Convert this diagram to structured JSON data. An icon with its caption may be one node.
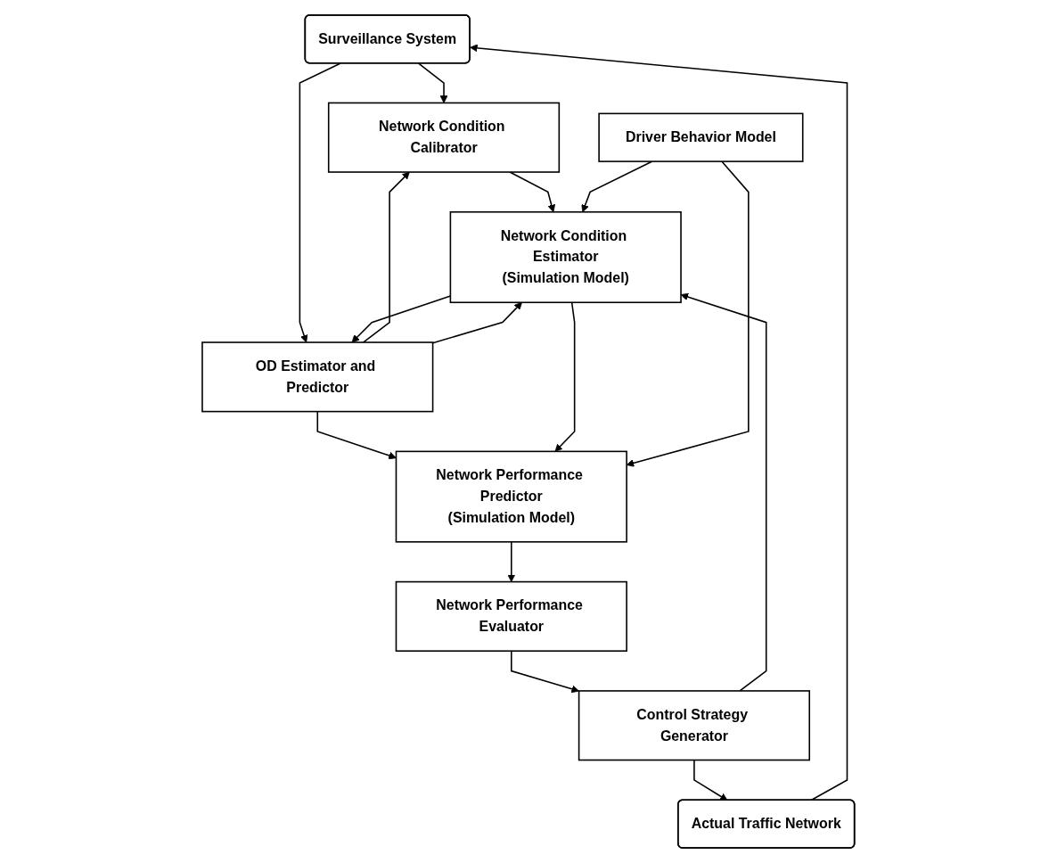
{
  "diagram": {
    "nodes": [
      {
        "text": [
          "Surveillance System"
        ]
      },
      {
        "text": [
          "Network Condition Calibrator"
        ]
      },
      {
        "text": [
          "OD Estimator and Predictor"
        ]
      },
      {
        "text": [
          "Network Condition Estimator",
          "(Simulation Model)"
        ]
      },
      {
        "text": [
          "Driver Behavior Model"
        ]
      },
      {
        "text": [
          "Network Performance Predictor",
          "(Simulation Model)"
        ]
      },
      {
        "text": [
          "Network Performance Evaluator"
        ]
      },
      {
        "text": [
          "Control Strategy Generator"
        ]
      },
      {
        "text": [
          "Actual Traffic Network"
        ]
      }
    ],
    "edges": [
      {
        "from": 0,
        "to": 1,
        "arrow": "to"
      },
      {
        "from": 0,
        "to": 2,
        "arrow": "to"
      },
      {
        "from": 2,
        "to": 1,
        "arrow": "to"
      },
      {
        "from": 1,
        "to": 3,
        "arrow": "to"
      },
      {
        "from": 3,
        "to": 2,
        "arrow": "to"
      },
      {
        "from": 2,
        "to": 3,
        "arrow": "to"
      },
      {
        "from": 2,
        "to": 5,
        "arrow": "to"
      },
      {
        "from": 3,
        "to": 5,
        "arrow": "to"
      },
      {
        "from": 4,
        "to": 3,
        "arrow": "to"
      },
      {
        "from": 4,
        "to": 5,
        "arrow": "to"
      },
      {
        "from": 5,
        "to": 6,
        "arrow": "to"
      },
      {
        "from": 6,
        "to": 7,
        "arrow": "to"
      },
      {
        "from": 7,
        "to": 3,
        "arrow": "to"
      },
      {
        "from": 7,
        "to": 8,
        "arrow": "to"
      },
      {
        "from": 8,
        "to": 0,
        "arrow": "to"
      }
    ]
  }
}
